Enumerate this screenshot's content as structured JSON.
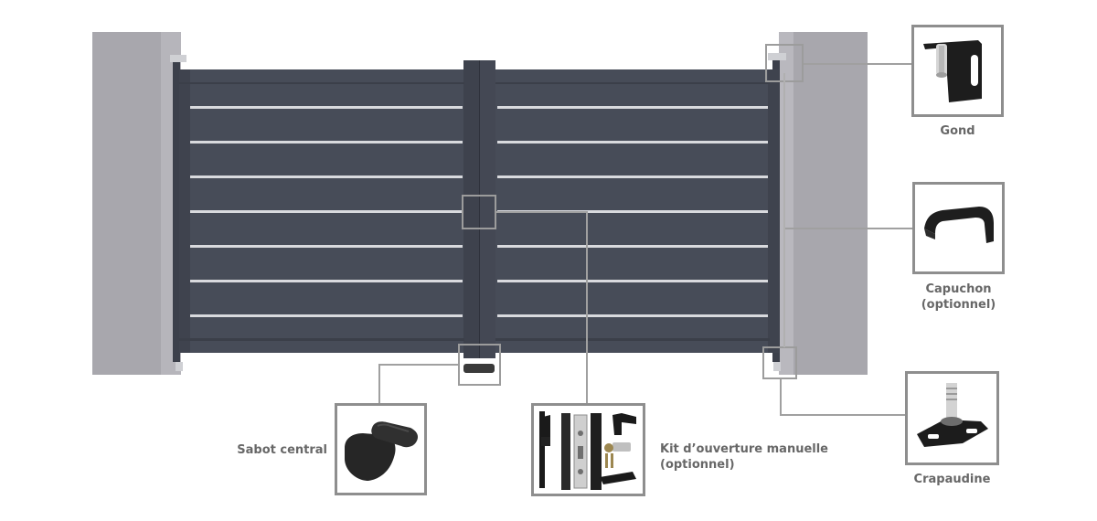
{
  "labels": {
    "gond": "Gond",
    "capuchon_line1": "Capuchon",
    "capuchon_line2": "(optionnel)",
    "crapaudine": "Crapaudine",
    "sabot_central": "Sabot central",
    "kit_line1": "Kit d’ouverture manuelle",
    "kit_line2": "(optionnel)"
  },
  "colors": {
    "gate_panel": "#4a4f5c",
    "pillar": "#a8a7ad",
    "rails": "#dcdde2",
    "callout_frame": "#8e8e8e",
    "label_text": "#676767"
  },
  "icons": [
    "gond-hinge-icon",
    "capuchon-cap-icon",
    "crapaudine-pivot-icon",
    "sabot-central-stop-icon",
    "manual-lock-kit-icon"
  ]
}
